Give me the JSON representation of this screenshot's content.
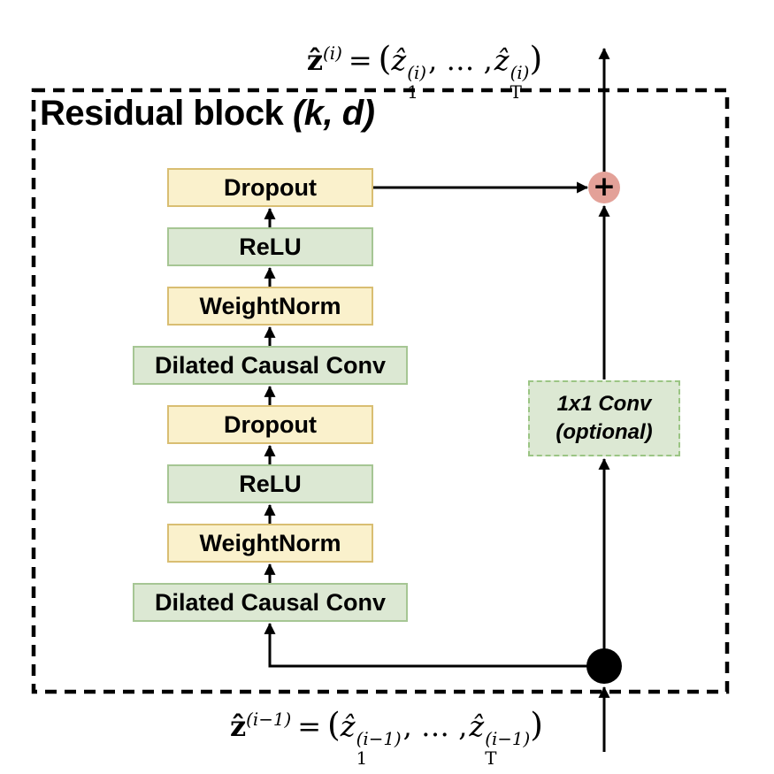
{
  "title": {
    "text": "Residual block",
    "params": "(k, d)"
  },
  "output_label": {
    "var": "ẑ",
    "var_sup": "(i)",
    "equals": "=",
    "open": "(",
    "e1": "ẑ",
    "e1_sub": "1",
    "e1_sup": "(i)",
    "dots": ", … ,",
    "e2": "ẑ",
    "e2_sub": "T",
    "e2_sup": "(i)",
    "close": ")"
  },
  "input_label": {
    "var": "ẑ",
    "var_sup": "(i−1)",
    "equals": "=",
    "open": "(",
    "e1": "ẑ",
    "e1_sub": "1",
    "e1_sup": "(i−1)",
    "dots": ", … ,",
    "e2": "ẑ",
    "e2_sub": "T",
    "e2_sup": "(i−1)",
    "close": ")"
  },
  "blocks": [
    {
      "label": "Dropout",
      "style": "yellow",
      "width": "narrow"
    },
    {
      "label": "ReLU",
      "style": "green",
      "width": "narrow"
    },
    {
      "label": "WeightNorm",
      "style": "yellow",
      "width": "narrow"
    },
    {
      "label": "Dilated Causal Conv",
      "style": "green",
      "width": "wide"
    },
    {
      "label": "Dropout",
      "style": "yellow",
      "width": "narrow"
    },
    {
      "label": "ReLU",
      "style": "green",
      "width": "narrow"
    },
    {
      "label": "WeightNorm",
      "style": "yellow",
      "width": "narrow"
    },
    {
      "label": "Dilated Causal Conv",
      "style": "green",
      "width": "wide"
    }
  ],
  "side_block": {
    "line1": "1x1 Conv",
    "line2": "(optional)"
  },
  "plus_symbol": "+",
  "colors": {
    "yellow_fill": "#FAF1CC",
    "yellow_border": "#D9BE72",
    "green_fill": "#DCE8D3",
    "green_border": "#A6C694",
    "green_dash_border": "#9BC584",
    "plus_fill": "#E3A198",
    "line": "#000000"
  }
}
